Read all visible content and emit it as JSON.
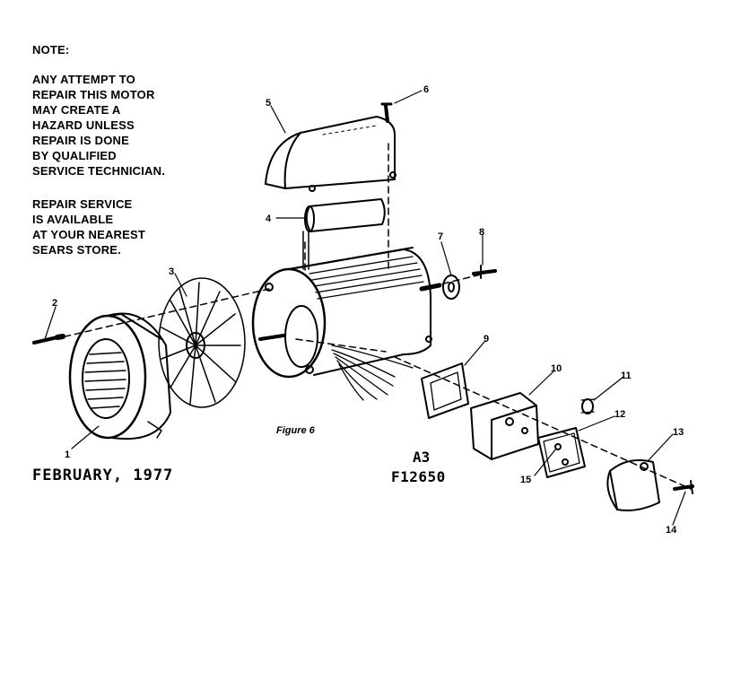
{
  "note": {
    "title": "NOTE:",
    "warning_lines": [
      "ANY ATTEMPT TO",
      "REPAIR THIS MOTOR",
      "MAY CREATE A",
      "HAZARD UNLESS",
      "REPAIR IS DONE",
      "BY QUALIFIED",
      "SERVICE TECHNICIAN."
    ],
    "service_lines": [
      "REPAIR SERVICE",
      "IS AVAILABLE",
      "AT YOUR NEAREST",
      "SEARS STORE."
    ]
  },
  "date": "FEBRUARY, 1977",
  "figure_caption": "Figure 6",
  "drawing_code": {
    "line1": "A3",
    "line2": "F12650"
  },
  "callouts": {
    "c1": "1",
    "c2": "2",
    "c3": "3",
    "c4": "4",
    "c5": "5",
    "c6": "6",
    "c7": "7",
    "c8": "8",
    "c9": "9",
    "c10": "10",
    "c11": "11",
    "c12": "12",
    "c13": "13",
    "c14": "14",
    "c15": "15"
  }
}
